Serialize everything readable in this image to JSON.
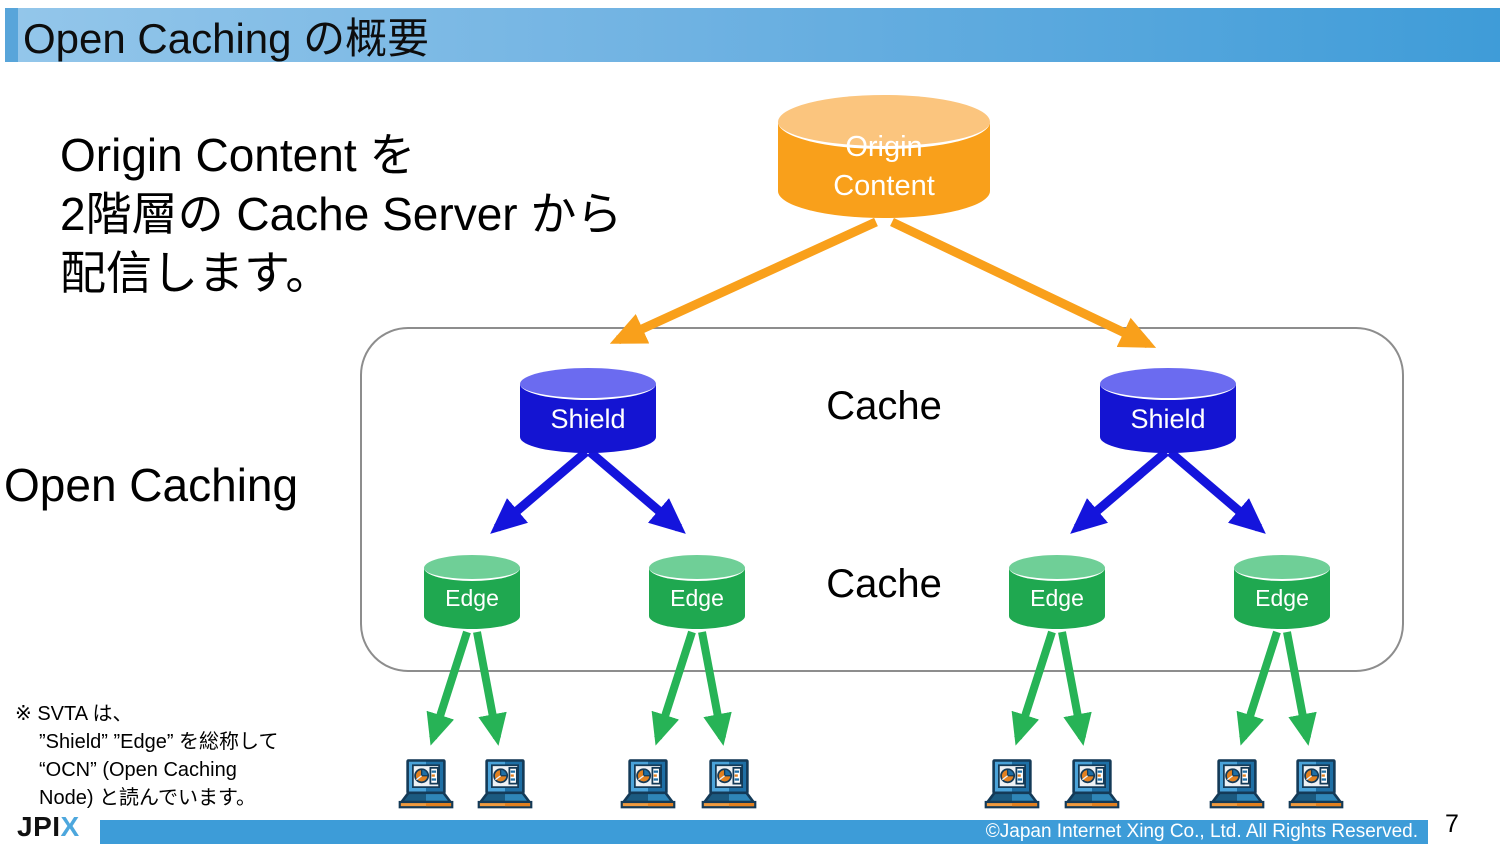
{
  "title_bar": {
    "title": "Open Caching の概要"
  },
  "intro": {
    "line1": "Origin Content を",
    "line2": "2階層の Cache Server から",
    "line3": "配信します。"
  },
  "side_label": "Open Caching",
  "diagram": {
    "origin": {
      "line1": "Origin",
      "line2": "Content"
    },
    "shields": [
      {
        "label": "Shield"
      },
      {
        "label": "Shield"
      }
    ],
    "edges": [
      {
        "label": "Edge"
      },
      {
        "label": "Edge"
      },
      {
        "label": "Edge"
      },
      {
        "label": "Edge"
      }
    ],
    "tier1_label": "Cache",
    "tier2_label": "Cache",
    "colors": {
      "origin_body": "#F9A01B",
      "origin_cap": "#FBC57E",
      "shield_body": "#1414D2",
      "shield_cap": "#6B6BF0",
      "edge_body": "#1FA850",
      "edge_cap": "#6FCF97",
      "arrow_orange": "#F9A01B",
      "arrow_blue": "#1414DC",
      "arrow_green": "#27B356",
      "container_border": "#8D8D8D",
      "title_bar_gradient_start": "#93C6EA",
      "title_bar_gradient_end": "#3F9CD8",
      "footer_bar": "#3D9CD8"
    }
  },
  "footnote": {
    "line1": "※ SVTA は、",
    "line2": "”Shield” ”Edge” を総称して",
    "line3": "“OCN” (Open Caching",
    "line4": "Node) と読んでいます。"
  },
  "footer": {
    "logo_black": "JPI",
    "logo_x": "X",
    "copyright": "©Japan Internet Xing Co., Ltd. All Rights Reserved.",
    "page_number": "7"
  }
}
